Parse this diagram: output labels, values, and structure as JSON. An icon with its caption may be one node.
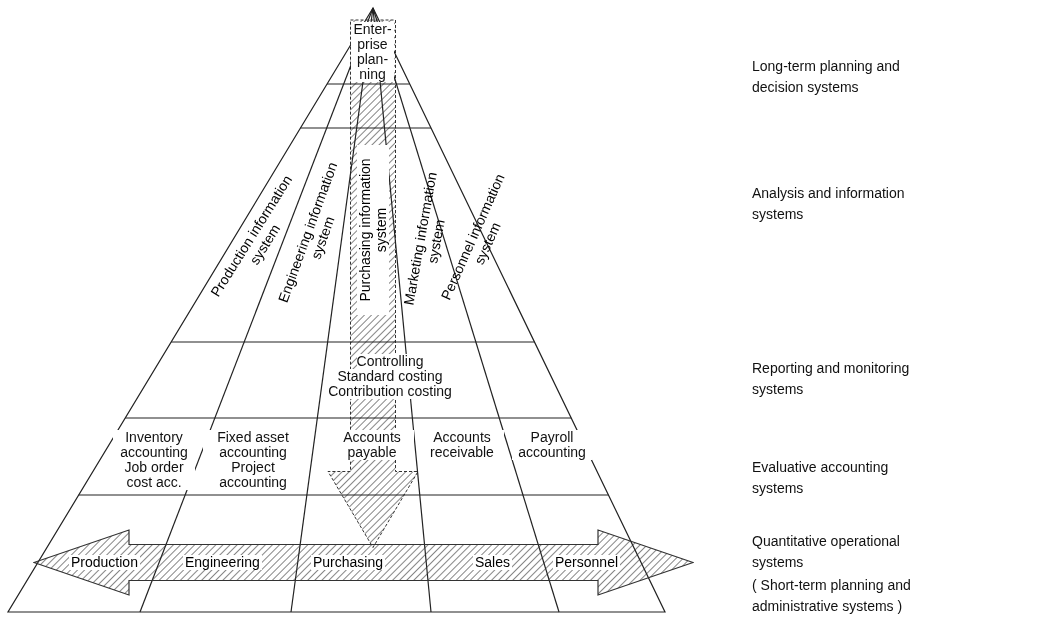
{
  "diagram": {
    "nodes": [
      {
        "text": [
          "Enter- prise plan- ning"
        ]
      },
      {
        "text": [
          "Production information system"
        ]
      },
      {
        "text": [
          "Engineering information system"
        ]
      },
      {
        "text": [
          "Purchasing information system"
        ]
      },
      {
        "text": [
          "Marketing information system"
        ]
      },
      {
        "text": [
          "Personnel information system"
        ]
      },
      {
        "text": [
          "Controlling",
          "Standard costing",
          "Contribution costing"
        ]
      },
      {
        "text": [
          "Inventory accounting",
          "Job order cost acc."
        ]
      },
      {
        "text": [
          "Fixed asset accounting",
          "Project accounting"
        ]
      },
      {
        "text": [
          "Accounts payable"
        ]
      },
      {
        "text": [
          "Accounts receivable"
        ]
      },
      {
        "text": [
          "Payroll accounting"
        ]
      },
      {
        "text": [
          "Production",
          "Engineering",
          "Purchasing",
          "Sales",
          "Personnel"
        ]
      }
    ],
    "edges": [
      {
        "from": 0,
        "to": 12,
        "arrow": "to"
      }
    ],
    "labels": [
      "Long-term planning and decision systems",
      "Analysis and information systems",
      "Reporting and monitoring systems",
      "Evaluative accounting systems",
      "Quantitative operational systems",
      "( Short-term planning and administrative systems )"
    ]
  }
}
